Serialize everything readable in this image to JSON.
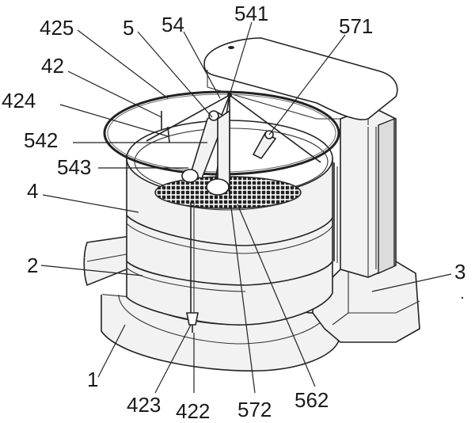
{
  "labels": {
    "l425": "425",
    "l5": "5",
    "l54": "54",
    "l541": "541",
    "l571": "571",
    "l42": "42",
    "l424": "424",
    "l542": "542",
    "l543": "543",
    "l4": "4",
    "l2": "2",
    "l3": "3",
    "l1": "1",
    "l423": "423",
    "l422": "422",
    "l572": "572",
    "l562": "562"
  }
}
